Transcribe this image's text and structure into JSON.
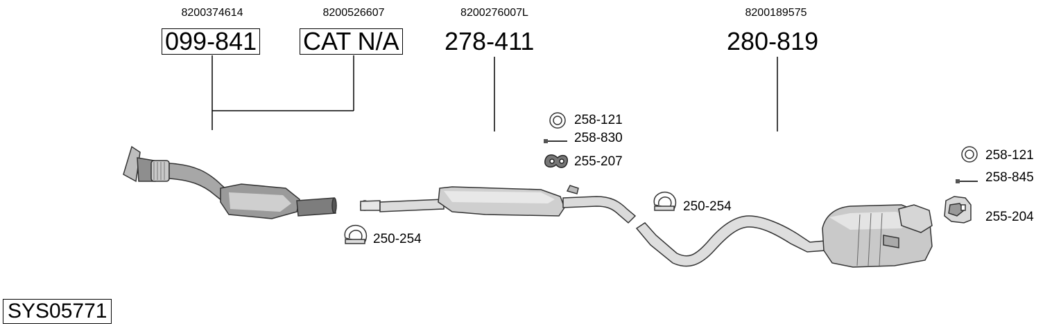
{
  "oe_numbers": {
    "cat1": "8200374614",
    "cat2": "8200526607",
    "middle": "8200276007L",
    "rear": "8200189575"
  },
  "part_numbers": {
    "cat1": "099-841",
    "cat2": "CAT N/A",
    "middle": "278-411",
    "rear": "280-819"
  },
  "accessories": {
    "mid_gasket": "258-121",
    "mid_bolt": "258-830",
    "mid_rubber": "255-207",
    "clamp_front": "250-254",
    "clamp_mid": "250-254",
    "rear_gasket": "258-121",
    "rear_bolt": "258-845",
    "rear_rubber": "255-204"
  },
  "system_code": "SYS05771",
  "icons": [
    "gasket-ring-icon",
    "bolt-icon",
    "rubber-mount-icon",
    "pipe-clamp-icon",
    "bracket-mount-icon"
  ]
}
